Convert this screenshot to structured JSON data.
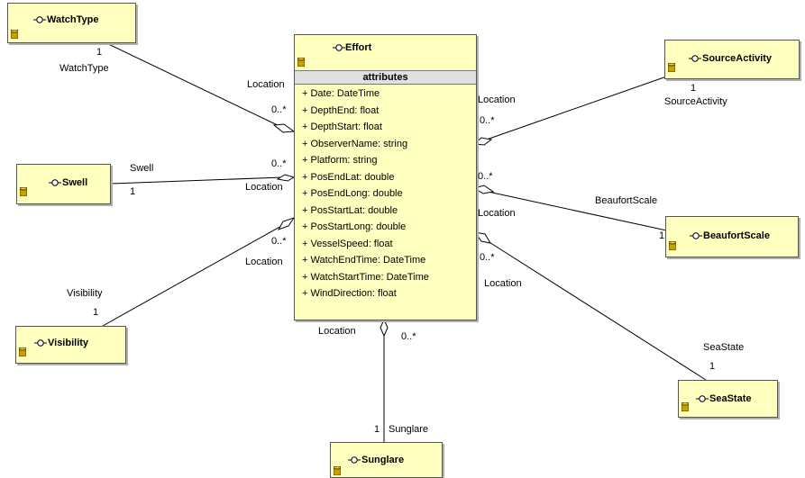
{
  "classes": {
    "effort": {
      "name": "Effort",
      "section": "attributes",
      "attributes": [
        "+ Date: DateTime",
        "+ DepthEnd: float",
        "+ DepthStart: float",
        "+ ObserverName: string",
        "+ Platform: string",
        "+ PosEndLat: double",
        "+ PosEndLong: double",
        "+ PosStartLat: double",
        "+ PosStartLong: double",
        "+ VesselSpeed: float",
        "+ WatchEndTime: DateTime",
        "+ WatchStartTime: DateTime",
        "+ WindDirection: float"
      ]
    },
    "watchtype": {
      "name": "WatchType"
    },
    "swell": {
      "name": "Swell"
    },
    "visibility": {
      "name": "Visibility"
    },
    "sourceactivity": {
      "name": "SourceActivity"
    },
    "beaufortscale": {
      "name": "BeaufortScale"
    },
    "seastate": {
      "name": "SeaState"
    },
    "sunglare": {
      "name": "Sunglare"
    }
  },
  "associations": {
    "watchtype": {
      "role": "WatchType",
      "mult_far": "1",
      "role_near": "Location",
      "mult_near": "0..*"
    },
    "swell": {
      "role": "Swell",
      "mult_far": "1",
      "role_near": "Location",
      "mult_near": "0..*"
    },
    "visibility": {
      "role": "Visibility",
      "mult_far": "1",
      "role_near": "Location",
      "mult_near": "0..*"
    },
    "sourceactivity": {
      "role": "SourceActivity",
      "mult_far": "1",
      "role_near": "Location",
      "mult_near": "0..*"
    },
    "beaufortscale": {
      "role": "BeaufortScale",
      "mult_far": "1",
      "role_near": "Location",
      "mult_near": "0..*"
    },
    "seastate": {
      "role": "SeaState",
      "mult_far": "1",
      "role_near": "Location",
      "mult_near": "0..*"
    },
    "sunglare": {
      "role": "Sunglare",
      "mult_far": "1",
      "role_near": "Location",
      "mult_near": "0..*"
    }
  },
  "icons": {
    "class": "class-icon",
    "database": "database-icon",
    "aggregation": "aggregation-diamond-icon"
  },
  "colors": {
    "class_fill": "#ffffc0",
    "section_fill": "#e0e0e0",
    "line": "#000000"
  }
}
